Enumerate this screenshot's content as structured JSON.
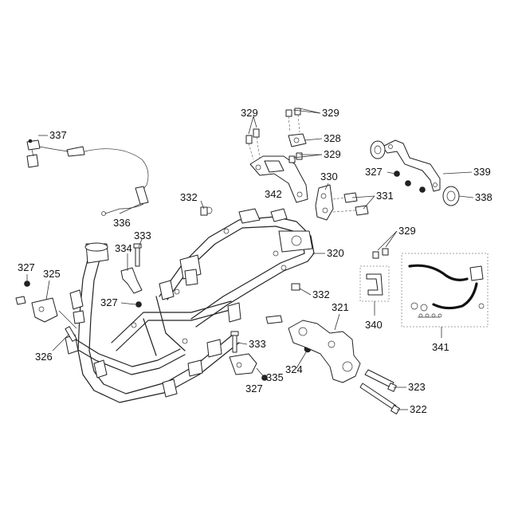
{
  "diagram": {
    "callouts": [
      {
        "id": "c337",
        "text": "337"
      },
      {
        "id": "c336",
        "text": "336"
      },
      {
        "id": "c332a",
        "text": "332"
      },
      {
        "id": "c333a",
        "text": "333"
      },
      {
        "id": "c334",
        "text": "334"
      },
      {
        "id": "c327a",
        "text": "327"
      },
      {
        "id": "c325",
        "text": "325"
      },
      {
        "id": "c327b",
        "text": "327"
      },
      {
        "id": "c326",
        "text": "326"
      },
      {
        "id": "c329a",
        "text": "329"
      },
      {
        "id": "c329b",
        "text": "329"
      },
      {
        "id": "c328",
        "text": "328"
      },
      {
        "id": "c329c",
        "text": "329"
      },
      {
        "id": "c342",
        "text": "342"
      },
      {
        "id": "c330",
        "text": "330"
      },
      {
        "id": "c331",
        "text": "331"
      },
      {
        "id": "c327c",
        "text": "327"
      },
      {
        "id": "c339",
        "text": "339"
      },
      {
        "id": "c338",
        "text": "338"
      },
      {
        "id": "c329d",
        "text": "329"
      },
      {
        "id": "c320",
        "text": "320"
      },
      {
        "id": "c332b",
        "text": "332"
      },
      {
        "id": "c321",
        "text": "321"
      },
      {
        "id": "c340",
        "text": "340"
      },
      {
        "id": "c341",
        "text": "341"
      },
      {
        "id": "c333b",
        "text": "333"
      },
      {
        "id": "c324",
        "text": "324"
      },
      {
        "id": "c335",
        "text": "335"
      },
      {
        "id": "c327d",
        "text": "327"
      },
      {
        "id": "c323",
        "text": "323"
      },
      {
        "id": "c322",
        "text": "322"
      }
    ]
  }
}
